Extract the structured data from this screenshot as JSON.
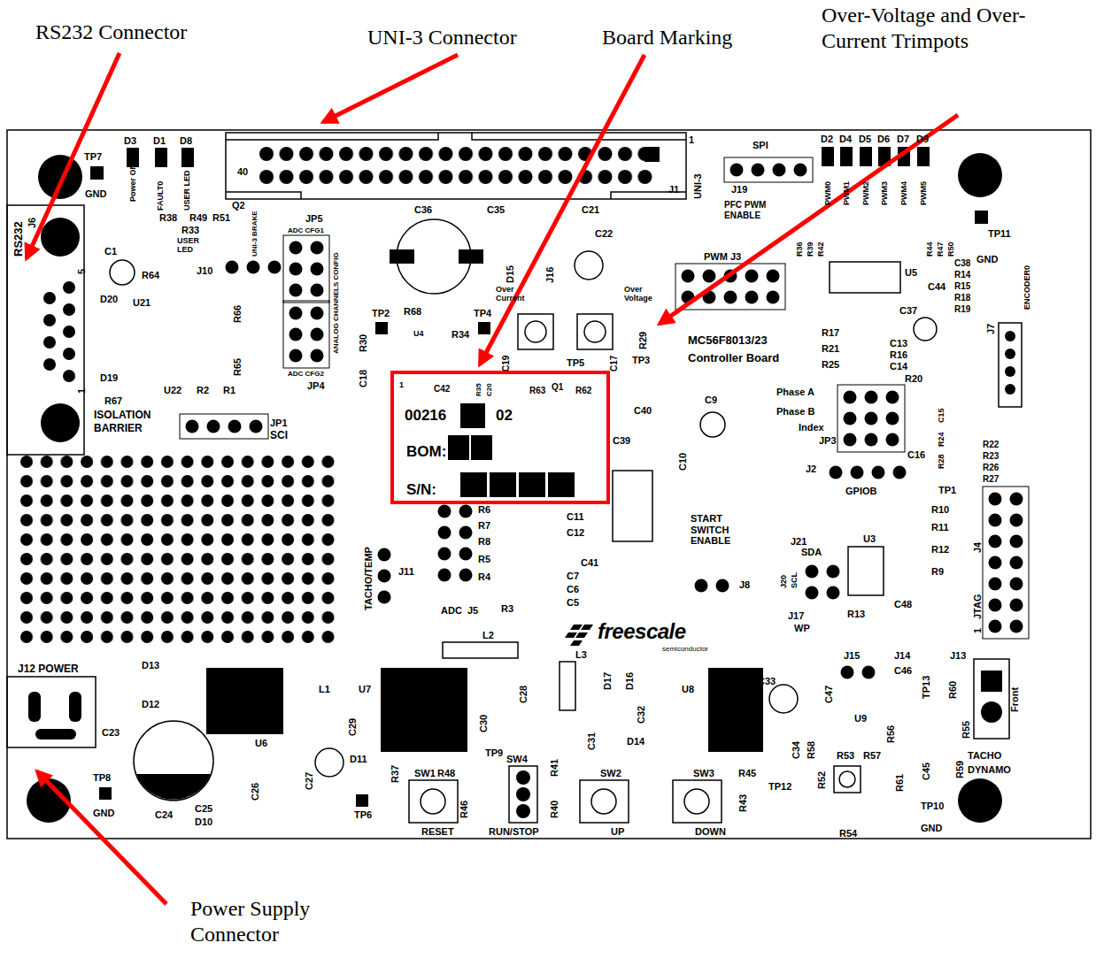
{
  "diagram": {
    "nodes": [
      {
        "text": [
          "00216",
          "02",
          "BOM:",
          "S/N:"
        ]
      }
    ],
    "labels": [
      "RS232 Connector",
      "UNI-3 Connector",
      "Board Marking",
      "Over-Voltage and Over-Current Trimpots",
      "Power Supply Connector",
      "TP7",
      "GND",
      "D3",
      "D1",
      "D8",
      "Power ON",
      "FAULT0",
      "USER LED",
      "R38",
      "R49",
      "R51",
      "Q2",
      "R33",
      "USER LED",
      "UNI-3 BRAKE",
      "J10",
      "RS232",
      "J6",
      "C1",
      "R64",
      "5",
      "1",
      "D20",
      "D19",
      "R67",
      "U21",
      "U22",
      "R66",
      "R65",
      "R2",
      "R1",
      "ISOLATION",
      "BARRIER",
      "JP1",
      "SCI",
      "JP5",
      "ADC CFG1",
      "ANALOG CHANNELS CONFIG",
      "ADC CFG2",
      "JP4",
      "TP2",
      "R68",
      "R30",
      "C18",
      "U4",
      "R34",
      "TP4",
      "1",
      "C36",
      "C35",
      "D15",
      "J16",
      "C21",
      "C22",
      "Over Current",
      "Over Voltage",
      "R29",
      "MC56F8013/23",
      "Controller Board",
      "TP3",
      "TP5",
      "C19",
      "C17",
      "C42",
      "R35",
      "C20",
      "R63",
      "Q1",
      "R62",
      "C40",
      "C39",
      "C9",
      "C10",
      "R6",
      "R7",
      "R8",
      "R5",
      "R4",
      "R3",
      "C11",
      "C12",
      "C41",
      "C7",
      "C6",
      "C5",
      "ADC",
      "J5",
      "TACHO/TEMP",
      "J11",
      "START SWITCH ENABLE",
      "J8",
      "SPI",
      "J19",
      "UNI-3",
      "J1",
      "40",
      "1",
      "PFC PWM ENABLE",
      "PWM J3",
      "D2",
      "D4",
      "D5",
      "D6",
      "D7",
      "D9",
      "PWM0",
      "PWM1",
      "PWM2",
      "PWM3",
      "PWM4",
      "PWM5",
      "R36",
      "R39",
      "R42",
      "R44",
      "R47",
      "R50",
      "U5",
      "C44",
      "C38",
      "R14",
      "R15",
      "R18",
      "R19",
      "ENCODER0",
      "J7",
      "TP11",
      "GND",
      "C37",
      "R17",
      "R21",
      "R25",
      "C13",
      "R16",
      "C14",
      "R20",
      "Phase A",
      "Phase B",
      "Index",
      "JP3",
      "C16",
      "C15",
      "R24",
      "R28",
      "R22",
      "R23",
      "R26",
      "R27",
      "J2",
      "GPIOB",
      "TP1",
      "R10",
      "R11",
      "R12",
      "R9",
      "J21",
      "SDA",
      "J20",
      "SCL",
      "U3",
      "R13",
      "C48",
      "J17",
      "WP",
      "J4",
      "JTAG",
      "1",
      "freescale",
      "semiconductor",
      "L2",
      "L3",
      "J15",
      "J14",
      "J13",
      "C46",
      "C47",
      "U9",
      "TP13",
      "R60",
      "Front",
      "TACHO",
      "DYNAMO",
      "C33",
      "C34",
      "R58",
      "R53",
      "R57",
      "R56",
      "R55",
      "R59",
      "C45",
      "R52",
      "R61",
      "R54",
      "TP12",
      "TP10",
      "GND",
      "U8",
      "D16",
      "D17",
      "C32",
      "D14",
      "C31",
      "TP9",
      "C30",
      "C28",
      "U7",
      "C29",
      "L1",
      "J12 POWER",
      "D13",
      "D12",
      "C23",
      "C24",
      "C25",
      "D10",
      "U6",
      "C26",
      "C27",
      "D11",
      "R37",
      "TP6",
      "TP8",
      "GND",
      "SW1",
      "R48",
      "SW4",
      "R41",
      "SW2",
      "SW3",
      "R45",
      "R46",
      "R40",
      "R43",
      "RESET",
      "RUN/STOP",
      "UP",
      "DOWN"
    ]
  }
}
